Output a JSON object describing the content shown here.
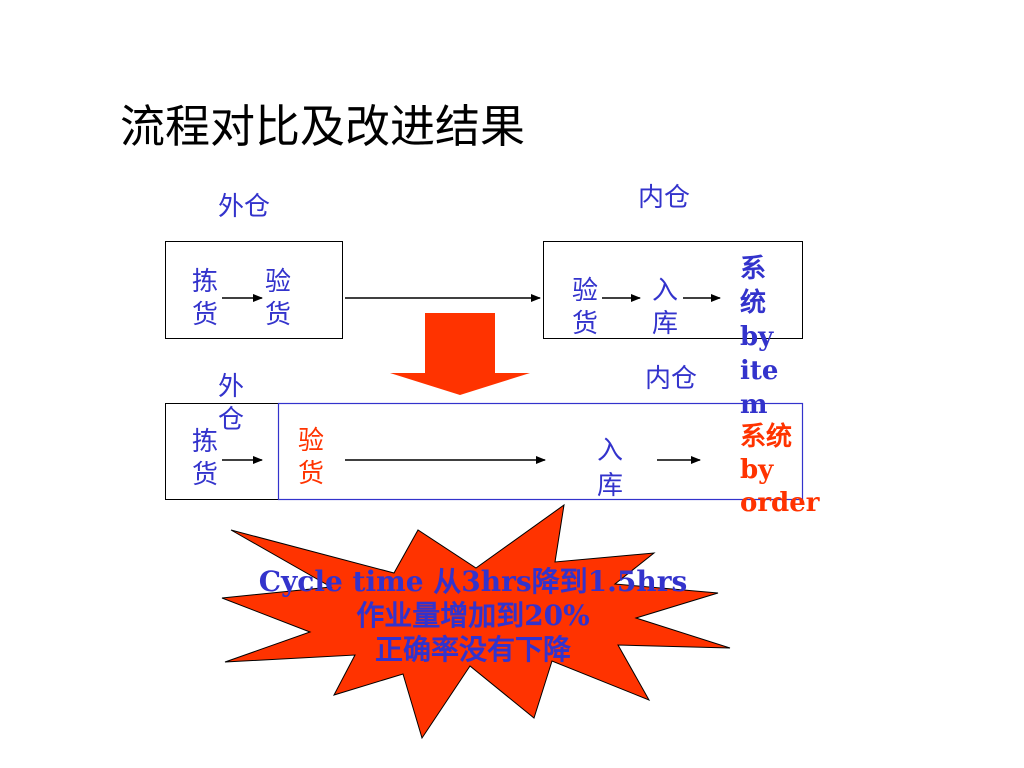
{
  "slide": {
    "title": "流程对比及改进结果"
  },
  "colors": {
    "blue_text": "#3333CC",
    "red_text": "#FF3300",
    "burst_fill": "#FF3300",
    "down_arrow": "#FF3300",
    "box_border": "#000000",
    "improved_box_border": "#3333CC"
  },
  "icons": {
    "flow_arrow": "arrow-right-icon",
    "transition_arrow": "arrow-down-icon",
    "highlight_shape": "explosion-burst"
  },
  "before": {
    "outer_warehouse_label": "外仓",
    "inner_warehouse_label": "内仓",
    "outer_steps": {
      "pick": [
        "拣",
        "货"
      ],
      "inspect": [
        "验",
        "货"
      ]
    },
    "inner_steps": {
      "inspect": [
        "验",
        "货"
      ],
      "store": [
        "入",
        "库"
      ],
      "system": [
        "系",
        "统",
        "by",
        "ite",
        "m"
      ]
    }
  },
  "after": {
    "outer_warehouse_label": [
      "外",
      "仓"
    ],
    "inner_warehouse_label": "内仓",
    "pick": [
      "拣",
      "货"
    ],
    "inspect": [
      "验",
      "货"
    ],
    "store": [
      "入",
      "库"
    ],
    "system": [
      "系统",
      "by",
      "order"
    ]
  },
  "results": {
    "lines": [
      "Cycle time 从3hrs降到1.5hrs",
      "作业量增加到20%",
      "正确率没有下降"
    ]
  }
}
